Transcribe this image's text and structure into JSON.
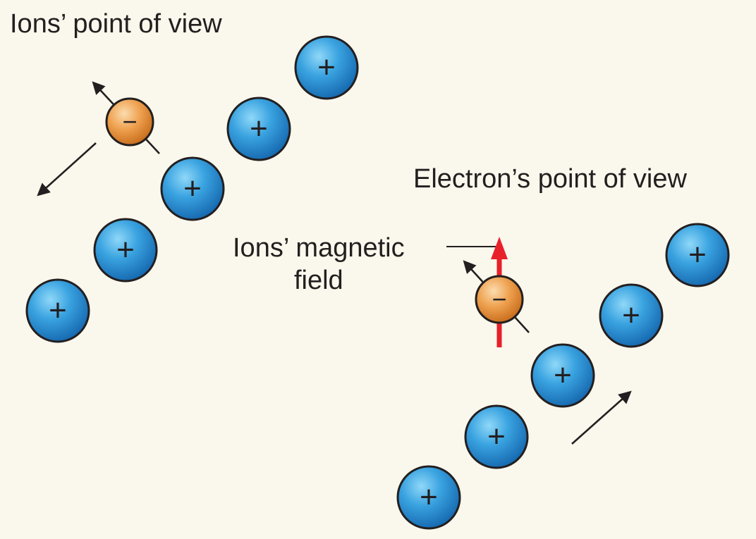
{
  "panels": {
    "ions_view": {
      "title": "Ions’ point of view",
      "ion_count": 5,
      "ion_charge_symbol": "+",
      "electron_charge_symbol": "−"
    },
    "electron_view": {
      "title": "Electron’s point of view",
      "ion_count": 5,
      "ion_charge_symbol": "+",
      "electron_charge_symbol": "−",
      "field_label_line1": "Ions’ magnetic",
      "field_label_line2": "field"
    }
  },
  "colors": {
    "background": "#faf7ec",
    "ion_fill": "#2a8fd3",
    "ion_highlight": "#7fd0f5",
    "electron_fill": "#e8923a",
    "electron_highlight": "#f9d6a4",
    "magnetic_field_arrow": "#e8202a",
    "line": "#231f20"
  }
}
